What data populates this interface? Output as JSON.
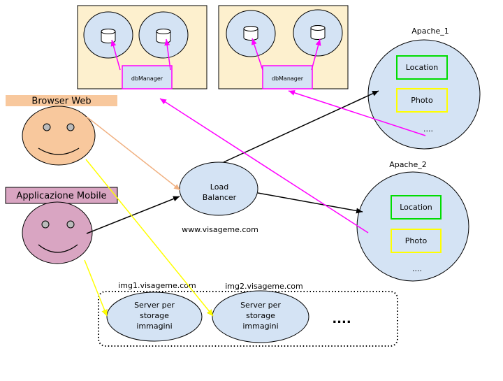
{
  "colors": {
    "db_box_fill": "#FDF0CE",
    "node_fill": "#D4E3F4",
    "browser_face": "#F8C89D",
    "mobile_face": "#D9A5C2",
    "browser_label_bg": "#F8C89D",
    "mobile_label_bg": "#D9A5C2",
    "magenta": "#FF00FF",
    "yellow": "#FFFF00",
    "orange": "#F0B080",
    "green": "#00DD00",
    "black": "#000000"
  },
  "db_groups": [
    {
      "manager_label": "dbManager"
    },
    {
      "manager_label": "dbManager"
    }
  ],
  "apache_servers": [
    {
      "name": "Apache_1",
      "location_label": "Location",
      "photo_label": "Photo",
      "more": "...."
    },
    {
      "name": "Apache_2",
      "location_label": "Location",
      "photo_label": "Photo",
      "more": "...."
    }
  ],
  "clients": {
    "browser": {
      "label": "Browser Web",
      "icon": "smiley-face-icon"
    },
    "mobile": {
      "label": "Applicazione Mobile",
      "icon": "smiley-face-icon"
    }
  },
  "load_balancer": {
    "line1": "Load",
    "line2": "Balancer",
    "domain": "www.visageme.com"
  },
  "image_servers": [
    {
      "host": "img1.visageme.com",
      "line1": "Server per",
      "line2": "storage",
      "line3": "immagini"
    },
    {
      "host": "img2.visageme.com",
      "line1": "Server per",
      "line2": "storage",
      "line3": "immagini"
    }
  ],
  "image_servers_more": "...."
}
